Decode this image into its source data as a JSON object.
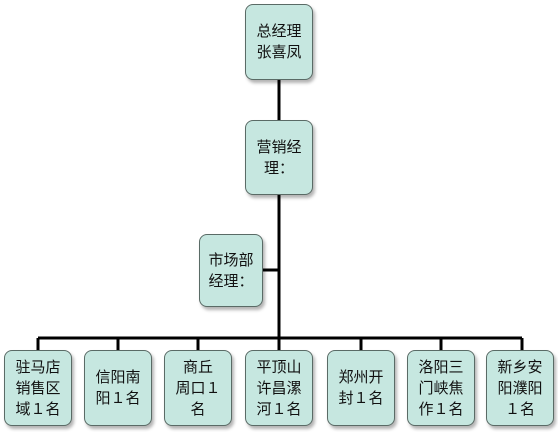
{
  "org": {
    "gm": {
      "line1": "总经理",
      "line2": "张喜凤"
    },
    "sales_manager": {
      "line1": "营销经",
      "line2": "理："
    },
    "market_manager": {
      "line1": "市场部",
      "line2": "经理："
    },
    "regions": [
      {
        "lines": [
          "驻马店",
          "销售区",
          "域１名"
        ]
      },
      {
        "lines": [
          "信阳南",
          "阳１名"
        ]
      },
      {
        "lines": [
          "商丘",
          "周口１",
          "名"
        ]
      },
      {
        "lines": [
          "平顶山",
          "许昌漯",
          "河１名"
        ]
      },
      {
        "lines": [
          "郑州开",
          "封１名"
        ]
      },
      {
        "lines": [
          "洛阳三",
          "门峡焦",
          "作１名"
        ]
      },
      {
        "lines": [
          "新乡安",
          "阳濮阳",
          "１名"
        ]
      }
    ]
  },
  "colors": {
    "box_fill": "#c6e7e0",
    "box_border": "#5a6b66",
    "connector": "#000000"
  }
}
